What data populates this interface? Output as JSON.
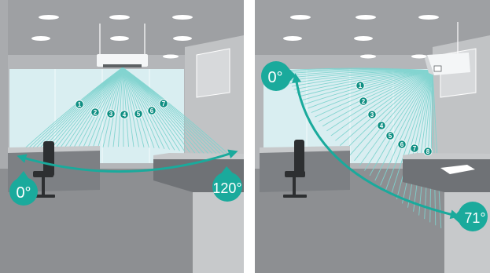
{
  "panels": [
    {
      "id": "horizontal",
      "start_angle_label": "0°",
      "end_angle_label": "120°",
      "position_markers": [
        "1",
        "2",
        "3",
        "4",
        "5",
        "6",
        "7"
      ]
    },
    {
      "id": "vertical",
      "start_angle_label": "0°",
      "end_angle_label": "71°",
      "position_markers": [
        "1",
        "2",
        "3",
        "4",
        "5",
        "6",
        "7",
        "8"
      ]
    }
  ],
  "colors": {
    "accent": "#1aaa9c",
    "accent_dark": "#0f8f83",
    "airflow": "#7fd3cf",
    "ceiling": "#9ea0a3",
    "wall": "#b4b6b9",
    "floor": "#8d8f92",
    "window": "#d9eef1",
    "desk": "#7d8084",
    "unit": "#f4f6f7"
  },
  "icons": {
    "lights": "ceiling-light-icon",
    "unit": "air-conditioner-icon",
    "chair": "office-chair-icon",
    "arrow": "double-headed-arrow-icon"
  }
}
